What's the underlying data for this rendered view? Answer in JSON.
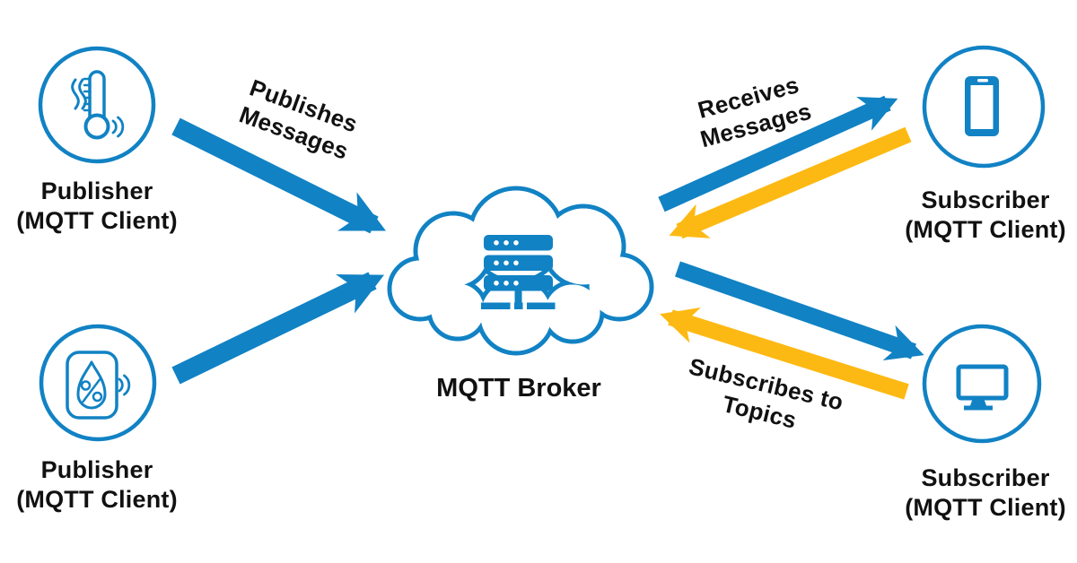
{
  "diagram": {
    "background_color": "#FFFFFF",
    "colors": {
      "primary_blue": "#1182C4",
      "accent_yellow": "#FDB913",
      "text": "#111111"
    },
    "broker": {
      "label": "MQTT Broker",
      "icons": [
        "cloud-icon",
        "server-stack-icon"
      ]
    },
    "publishers": [
      {
        "title": "Publisher",
        "subtitle": "(MQTT Client)",
        "icon": "temperature-sensor-icon"
      },
      {
        "title": "Publisher",
        "subtitle": "(MQTT Client)",
        "icon": "humidity-sensor-icon"
      }
    ],
    "subscribers": [
      {
        "title": "Subscriber",
        "subtitle": "(MQTT Client)",
        "icon": "smartphone-icon"
      },
      {
        "title": "Subscriber",
        "subtitle": "(MQTT Client)",
        "icon": "desktop-monitor-icon"
      }
    ],
    "flows": {
      "publish": {
        "line1": "Publishes",
        "line2": "Messages"
      },
      "receive": {
        "line1": "Receives",
        "line2": "Messages"
      },
      "subscribe": {
        "line1": "Subscribes to",
        "line2": "Topics"
      }
    }
  }
}
